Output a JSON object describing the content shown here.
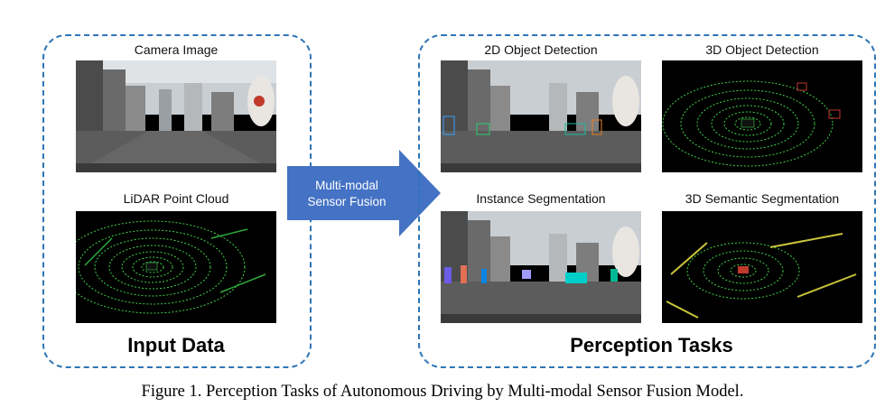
{
  "input_panel": {
    "title": "Input Data",
    "camera_label": "Camera Image",
    "lidar_label": "LiDAR Point Cloud"
  },
  "fusion_arrow": {
    "line1": "Multi-modal",
    "line2": "Sensor Fusion",
    "fill_color": "#4472c4"
  },
  "tasks_panel": {
    "title": "Perception Tasks",
    "tasks": [
      {
        "label": "2D Object Detection"
      },
      {
        "label": "3D Object Detection"
      },
      {
        "label": "Instance Segmentation"
      },
      {
        "label": "3D Semantic Segmentation"
      }
    ]
  },
  "caption": "Figure 1. Perception Tasks of Autonomous Driving by Multi-modal Sensor Fusion Model.",
  "colors": {
    "panel_border": "#2e75b6",
    "lidar_green": "#3fd14a",
    "lidar_yellow": "#c9c43a"
  }
}
